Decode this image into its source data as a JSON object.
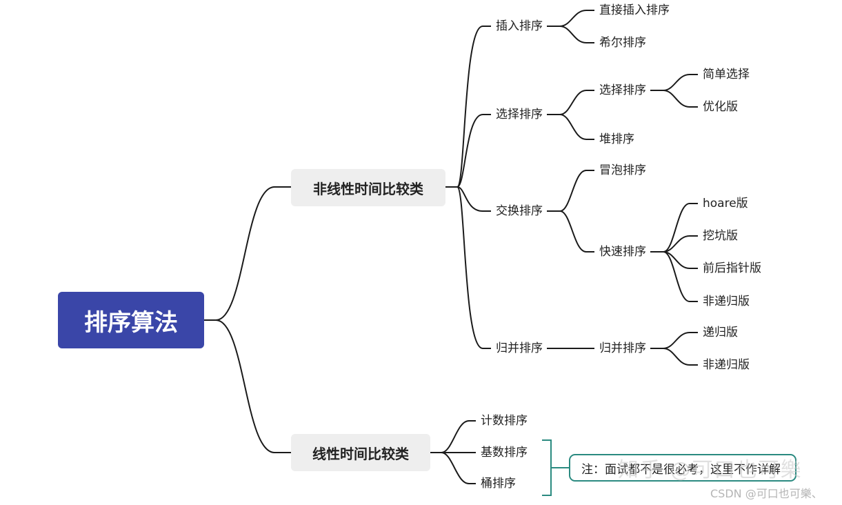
{
  "colors": {
    "root_bg": "#3a46a8",
    "main_bg": "#eeeeee",
    "line": "#1a1a1a",
    "bracket": "#2a8a80"
  },
  "root": {
    "label": "排序算法"
  },
  "branches": {
    "nonlinear": {
      "label": "非线性时间比较类",
      "insertion": {
        "label": "插入排序",
        "direct": "直接插入排序",
        "shell": "希尔排序"
      },
      "selection": {
        "label": "选择排序",
        "sub_selection": {
          "label": "选择排序",
          "simple": "简单选择",
          "optimized": "优化版"
        },
        "heap": "堆排序"
      },
      "exchange": {
        "label": "交换排序",
        "bubble": "冒泡排序",
        "quick": {
          "label": "快速排序",
          "hoare": "hoare版",
          "pit": "挖坑版",
          "two_pointer": "前后指针版",
          "nonrecursive": "非递归版"
        }
      },
      "merge": {
        "label": "归并排序",
        "sub_merge": {
          "label": "归并排序",
          "recursive": "递归版",
          "nonrecursive": "非递归版"
        }
      }
    },
    "linear": {
      "label": "线性时间比较类",
      "counting": "计数排序",
      "radix": "基数排序",
      "bucket": "桶排序",
      "note": "注：面试都不是很必考，这里不作详解"
    }
  },
  "watermarks": {
    "zhihu": "知乎 @可口也可樂",
    "csdn": "CSDN @可口也可樂、"
  }
}
